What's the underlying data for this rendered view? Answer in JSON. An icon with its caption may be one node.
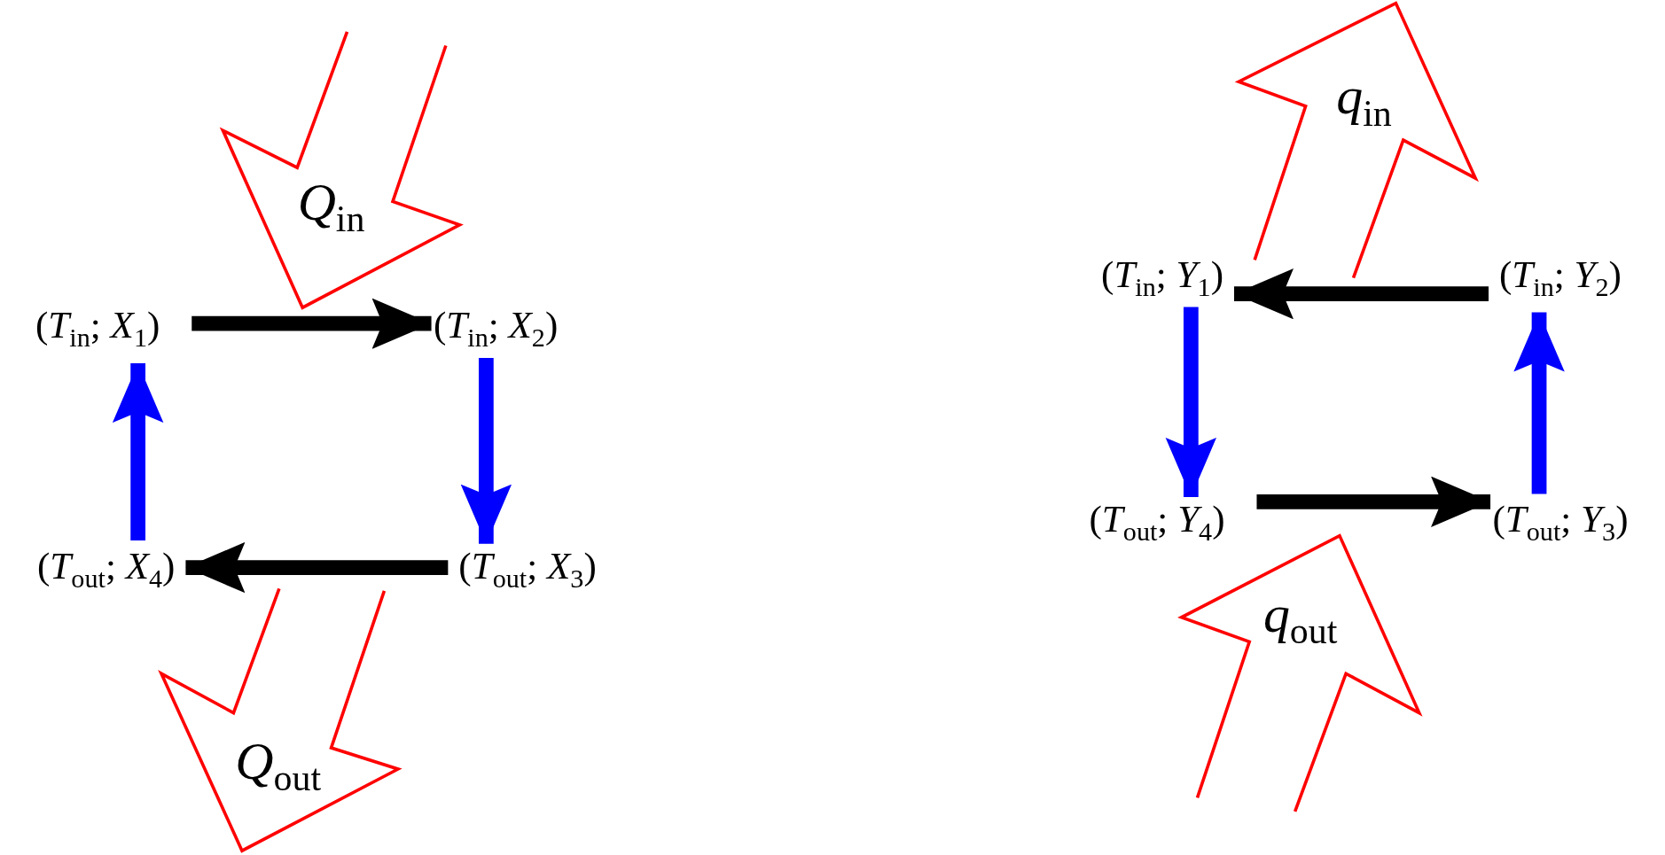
{
  "diagram": {
    "nodes": [
      {
        "text": [
          "(*T*$_{in}$; *X*$_{1}$)"
        ]
      },
      {
        "text": [
          "(*T*$_{in}$; *X*$_{2}$)"
        ]
      },
      {
        "text": [
          "(*T*$_{out}$; *X*$_{3}$)"
        ]
      },
      {
        "text": [
          "(*T*$_{out}$; *X*$_{4}$)"
        ]
      },
      {
        "text": [
          "(*T*$_{in}$; *Y*$_{1}$)"
        ]
      },
      {
        "text": [
          "(*T*$_{in}$; *Y*$_{2}$)"
        ]
      },
      {
        "text": [
          "(*T*$_{out}$; *Y*$_{4}$)"
        ]
      },
      {
        "text": [
          "(*T*$_{out}$; *Y*$_{3}$)"
        ]
      }
    ],
    "edges": [
      {
        "from": 0,
        "to": 1,
        "arrow": "to"
      },
      {
        "from": 1,
        "to": 2,
        "arrow": "to",
        "color": "#0000ff"
      },
      {
        "from": 2,
        "to": 3,
        "arrow": "to"
      },
      {
        "from": 3,
        "to": 0,
        "arrow": "to",
        "color": "#0000ff"
      },
      {
        "from": 5,
        "to": 4,
        "arrow": "to"
      },
      {
        "from": 4,
        "to": 6,
        "arrow": "to",
        "color": "#0000ff"
      },
      {
        "from": 6,
        "to": 7,
        "arrow": "to"
      },
      {
        "from": 7,
        "to": 5,
        "arrow": "to",
        "color": "#0000ff"
      }
    ],
    "labels": [
      "*Q*$_{in}$",
      "*Q*$_{out}$",
      "*q*$_{in}$",
      "*q*$_{out}$"
    ]
  }
}
